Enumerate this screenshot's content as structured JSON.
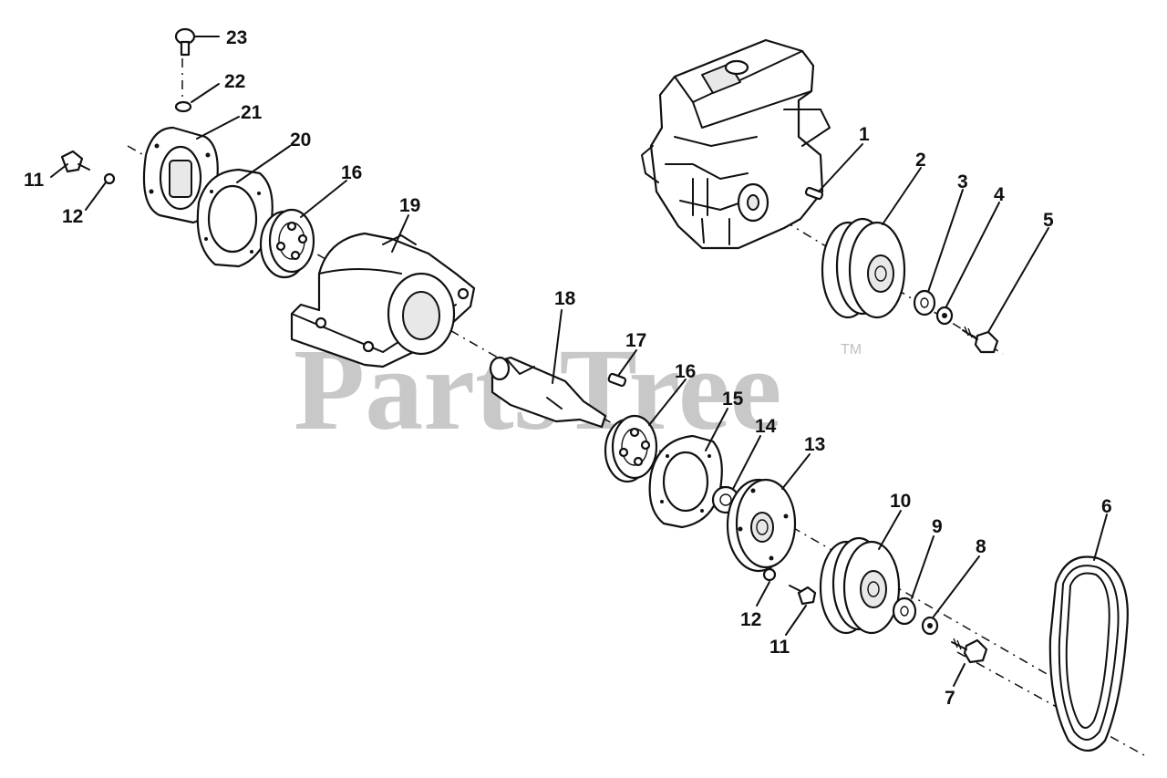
{
  "watermark": {
    "text": "PartsTree",
    "trademark": "TM"
  },
  "callouts": [
    {
      "id": "1",
      "text": "1"
    },
    {
      "id": "2",
      "text": "2"
    },
    {
      "id": "3",
      "text": "3"
    },
    {
      "id": "4",
      "text": "4"
    },
    {
      "id": "5",
      "text": "5"
    },
    {
      "id": "6",
      "text": "6"
    },
    {
      "id": "7",
      "text": "7"
    },
    {
      "id": "8",
      "text": "8"
    },
    {
      "id": "9",
      "text": "9"
    },
    {
      "id": "10",
      "text": "10"
    },
    {
      "id": "11a",
      "text": "11"
    },
    {
      "id": "11b",
      "text": "11"
    },
    {
      "id": "12a",
      "text": "12"
    },
    {
      "id": "12b",
      "text": "12"
    },
    {
      "id": "13",
      "text": "13"
    },
    {
      "id": "14",
      "text": "14"
    },
    {
      "id": "15",
      "text": "15"
    },
    {
      "id": "16a",
      "text": "16"
    },
    {
      "id": "16b",
      "text": "16"
    },
    {
      "id": "17",
      "text": "17"
    },
    {
      "id": "18",
      "text": "18"
    },
    {
      "id": "19",
      "text": "19"
    },
    {
      "id": "20",
      "text": "20"
    },
    {
      "id": "21",
      "text": "21"
    },
    {
      "id": "22",
      "text": "22"
    },
    {
      "id": "23",
      "text": "23"
    }
  ]
}
